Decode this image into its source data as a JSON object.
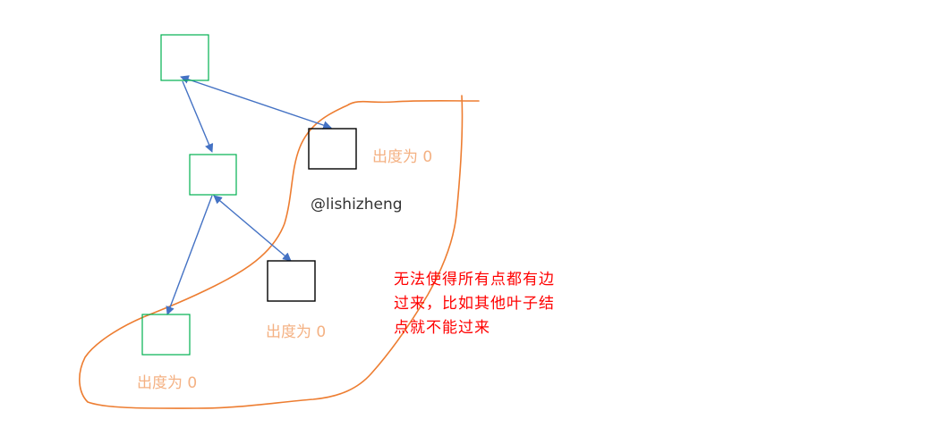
{
  "colors": {
    "background": "#ffffff",
    "leaf_node_stroke": "#000000",
    "internal_node_stroke": "#00b050",
    "edge": "#4472c4",
    "enclosure": "#ed7d31",
    "outdegree_label": "#f4b183",
    "note": "#ff0000",
    "watermark": "#333333"
  },
  "labels": {
    "outdegree_top_right": "出度为 0",
    "outdegree_middle": "出度为 0",
    "outdegree_bottom_left": "出度为 0"
  },
  "watermark": "@lishizheng",
  "note": "无法使得所有点都有边过来，比如其他叶子结点就不能过来"
}
